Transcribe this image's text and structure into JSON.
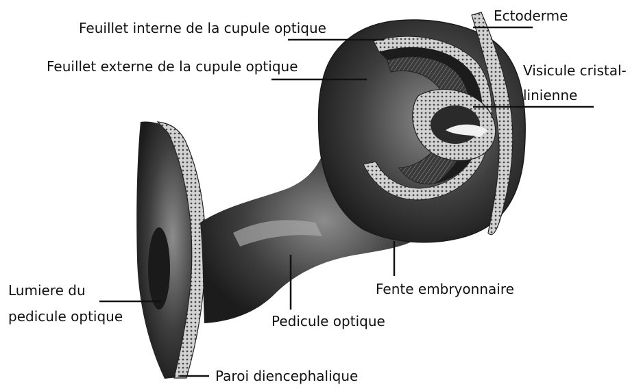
{
  "labels": {
    "ectoderme": "Ectoderme",
    "feuillet_interne": "Feuillet interne de la cupule optique",
    "feuillet_externe": "Feuillet externe de la cupule optique",
    "visicule_line1": "Visicule cristal-",
    "visicule_line2": "linienne",
    "lumiere_line1": "Lumiere du",
    "lumiere_line2": "pedicule optique",
    "fente": "Fente embryonnaire",
    "pedicule": "Pedicule optique",
    "paroi": "Paroi diencephalique"
  },
  "colors": {
    "ink": "#111111",
    "tissue_dark": "#2a2a2a",
    "tissue_mid": "#6e6e6e",
    "tissue_light": "#b9b9b9",
    "background": "#ffffff"
  }
}
